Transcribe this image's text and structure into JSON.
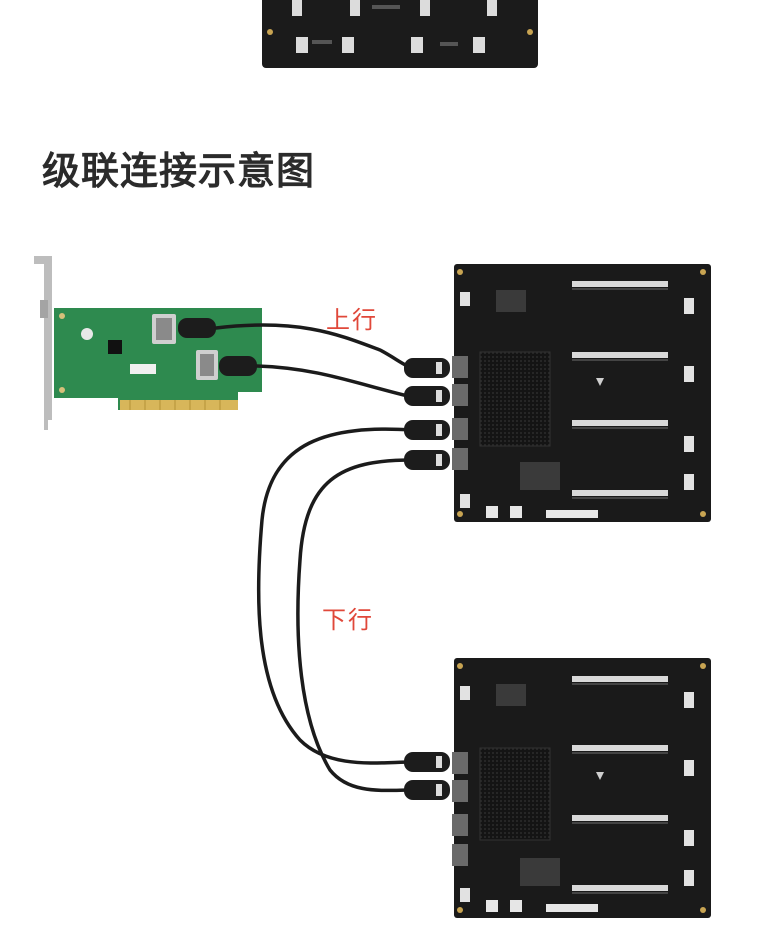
{
  "page_title": "级联连接示意图",
  "labels": {
    "uplink": "上行",
    "downlink": "下行"
  },
  "colors": {
    "title": "#2b2b2b",
    "label": "#e0483a",
    "board": "#1a1a1a",
    "adapter_pcb": "#2e8a4f",
    "cable": "#1b1b1b",
    "bracket": "#b9b9b9",
    "gold_fingers": "#d8b65a"
  }
}
